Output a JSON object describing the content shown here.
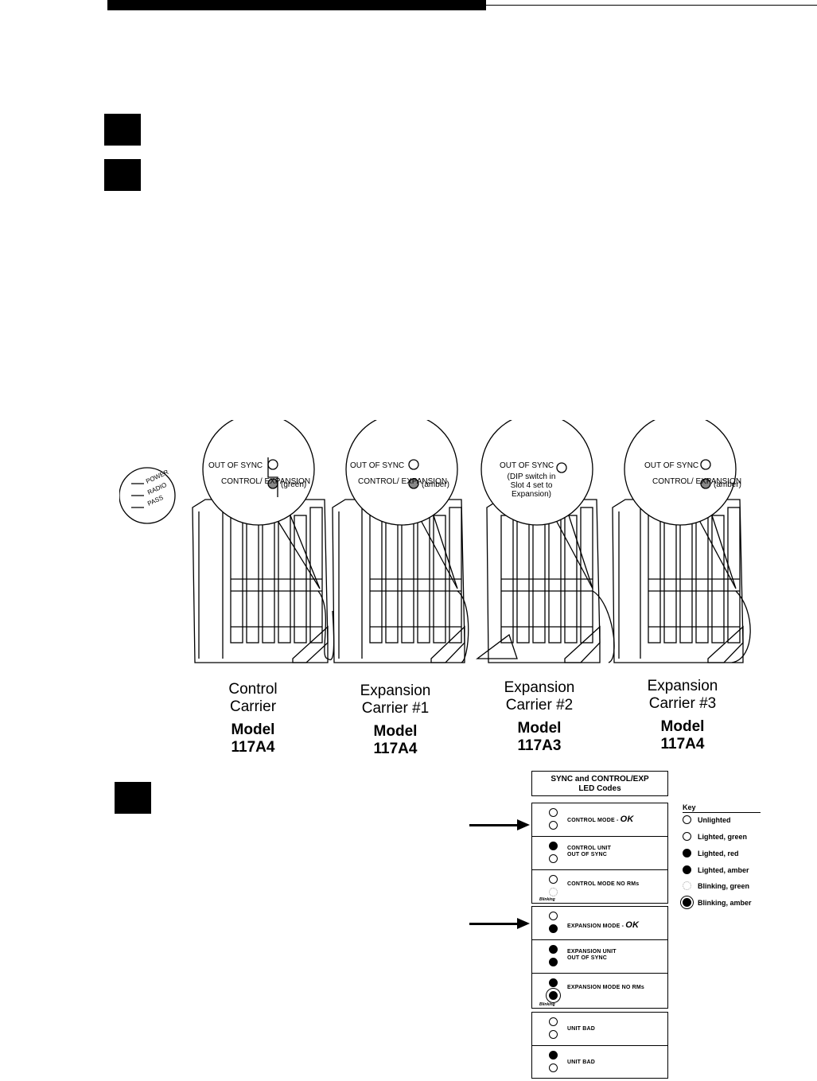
{
  "figure": {
    "balloon_out_of_sync": "OUT OF SYNC",
    "balloon_control_exp": "CONTROL/ EXPANSION",
    "balloon_green": "(green)",
    "balloon_amber": "(amber)",
    "dip_note": "(DIP switch in Slot 4 set to Expansion)",
    "panel_labels": [
      "POWER",
      "RADIO",
      "PASS"
    ],
    "carriers": [
      {
        "name": "Control Carrier",
        "line1": "Control",
        "line2": "Carrier",
        "model_label": "Model",
        "model": "117A4"
      },
      {
        "name": "Expansion Carrier #1",
        "line1": "Expansion",
        "line2": "Carrier #1",
        "model_label": "Model",
        "model": "117A4"
      },
      {
        "name": "Expansion Carrier #2",
        "line1": "Expansion",
        "line2": "Carrier #2",
        "model_label": "Model",
        "model": "117A3"
      },
      {
        "name": "Expansion Carrier #3",
        "line1": "Expansion",
        "line2": "Carrier #3",
        "model_label": "Model",
        "model": "117A4"
      }
    ]
  },
  "led_table": {
    "title_line1": "SYNC and CONTROL/EXP",
    "title_line2": "LED Codes",
    "blinking_note": "Blinking",
    "rows": [
      {
        "label": "CONTROL MODE - ",
        "suffix": "OK"
      },
      {
        "label": "CONTROL UNIT",
        "label2": "OUT OF SYNC"
      },
      {
        "label": "CONTROL MODE NO RMs"
      },
      {
        "label": "EXPANSION MODE - ",
        "suffix": "OK"
      },
      {
        "label": "EXPANSION UNIT",
        "label2": "OUT OF SYNC"
      },
      {
        "label": "EXPANSION MODE NO RMs"
      },
      {
        "label": "UNIT BAD"
      },
      {
        "label": "UNIT BAD"
      }
    ]
  },
  "key": {
    "title": "Key",
    "items": [
      "Unlighted",
      "Lighted, green",
      "Lighted, red",
      "Lighted, amber",
      "Blinking, green",
      "Blinking, amber"
    ]
  }
}
